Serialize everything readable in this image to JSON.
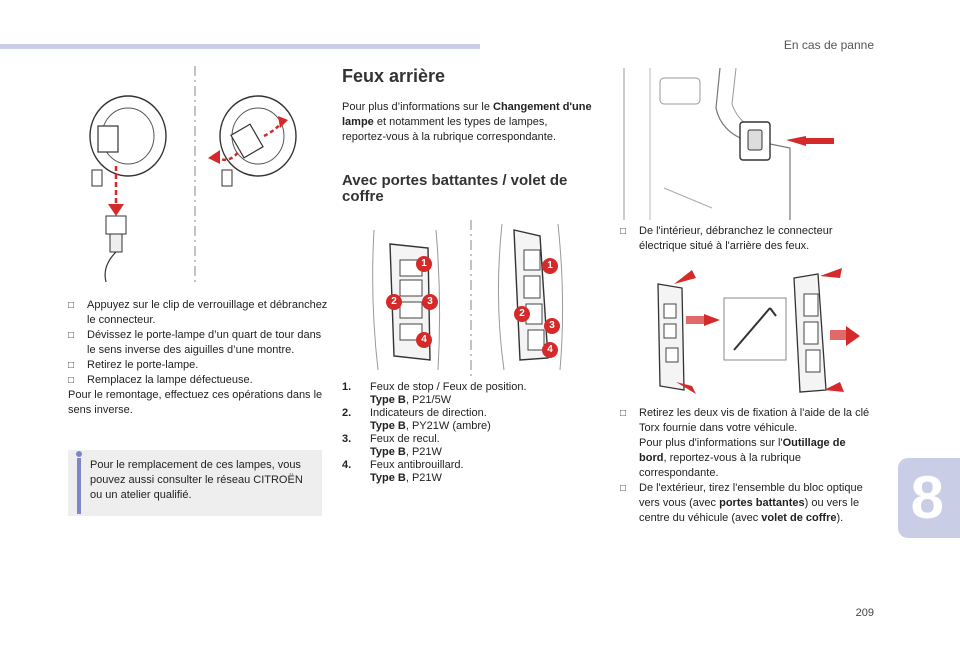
{
  "header": {
    "section_title": "En cas de panne"
  },
  "footer": {
    "page_number": "209"
  },
  "chapter": {
    "number": "8"
  },
  "left_column": {
    "steps": [
      "Appuyez sur le clip de verrouillage et débranchez le connecteur.",
      "Dévissez le porte-lampe d’un quart de tour dans le sens inverse des aiguilles d’une montre.",
      "Retirez le porte-lampe.",
      "Remplacez la lampe défectueuse."
    ],
    "remount_text": "Pour le remontage, effectuez ces opérations dans le sens inverse.",
    "note_text": "Pour le remplacement de ces lampes, vous pouvez aussi consulter le réseau CITROËN ou un atelier qualifié."
  },
  "middle_column": {
    "title": "Feux arrière",
    "intro": {
      "part1": "Pour plus d’informations sur le ",
      "bold": "Changement d'une lampe",
      "part2": " et notamment les types de lampes, reportez-vous à la rubrique correspondante."
    },
    "subtitle": "Avec portes battantes / volet de coffre",
    "callouts": [
      "1",
      "2",
      "3",
      "4"
    ],
    "lamps": [
      {
        "num": "1.",
        "name": "Feux de stop / Feux de position.",
        "type_label": "Type B",
        "spec": ", P21/5W"
      },
      {
        "num": "2.",
        "name": "Indicateurs de direction.",
        "type_label": "Type B",
        "spec": ", PY21W (ambre)"
      },
      {
        "num": "3.",
        "name": "Feux de recul.",
        "type_label": "Type B",
        "spec": ", P21W"
      },
      {
        "num": "4.",
        "name": "Feux antibrouillard.",
        "type_label": "Type B",
        "spec": ", P21W"
      }
    ]
  },
  "right_column": {
    "step1": "De l'intérieur, débranchez le connecteur électrique situé à l'arrière des feux.",
    "step2": {
      "text": "Retirez les deux vis de fixation à l'aide de la clé Torx fournie dans votre véhicule.",
      "ref_part1": "Pour plus d'informations sur l'",
      "ref_bold": "Outillage de bord",
      "ref_part2": ", reportez-vous à la rubrique correspondante."
    },
    "step3": {
      "part1": "De l'extérieur, tirez l'ensemble du bloc optique vers vous (avec ",
      "bold1": "portes battantes",
      "part2": ") ou vers le centre du véhicule (avec ",
      "bold2": "volet de coffre",
      "part3": ")."
    }
  },
  "icons": {
    "checkbox": "checkbox-icon",
    "info": "info-icon"
  },
  "colors": {
    "accent": "#c9cde6",
    "arrow_red": "#d42a2a",
    "note_bar": "#7d86c9"
  }
}
